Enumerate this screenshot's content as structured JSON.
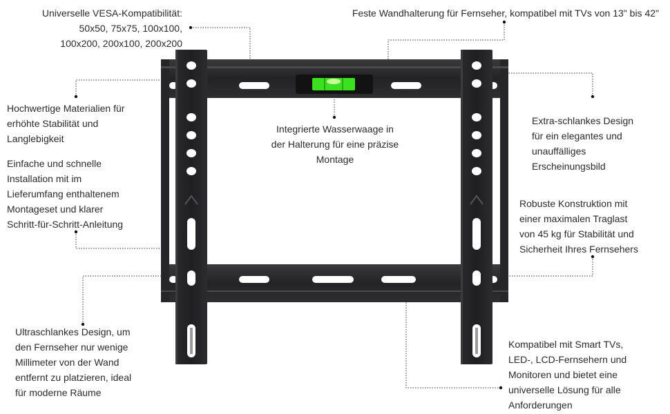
{
  "colors": {
    "background": "#ffffff",
    "text": "#2a2a2a",
    "mount_metal": "#2b2b2d",
    "level_green": "#3be11f",
    "leader_line": "#333333"
  },
  "icons": {
    "bracket": "tv-wall-mount-bracket-image",
    "level": "bubble-level-icon",
    "logo": "chevron-logo-icon"
  },
  "annotations": {
    "vesa": {
      "lines": [
        "Universelle VESA-Kompatibilität:",
        "50x50, 75x75, 100x100,",
        "100x200, 200x100, 200x200"
      ]
    },
    "wall_mount": {
      "lines": [
        "Feste Wandhalterung für Fernseher, kompatibel mit TVs von 13\" bis 42\""
      ]
    },
    "materials": {
      "lines": [
        "Hochwertige Materialien für",
        "erhöhte Stabilität und",
        "Langlebigkeit"
      ]
    },
    "installation": {
      "lines": [
        "Einfache und schnelle",
        "Installation mit im",
        "Lieferumfang enthaltenem",
        "Montageset und klarer",
        "Schritt-für-Schritt-Anleitung"
      ]
    },
    "level": {
      "lines": [
        "Integrierte Wasserwaage in",
        "der Halterung für eine präzise",
        "Montage"
      ]
    },
    "slim": {
      "lines": [
        "Extra-schlankes Design",
        "für ein elegantes und",
        "unauffälliges",
        "Erscheinungsbild"
      ]
    },
    "robust": {
      "lines": [
        "Robuste Konstruktion mit",
        "einer maximalen Traglast",
        "von 45 kg für Stabilität und",
        "Sicherheit Ihres Fernsehers"
      ]
    },
    "ultraslim": {
      "lines": [
        "Ultraschlankes Design, um",
        "den Fernseher nur wenige",
        "Millimeter von der Wand",
        "entfernt zu platzieren, ideal",
        "für moderne Räume"
      ]
    },
    "compatible": {
      "lines": [
        "Kompatibel mit Smart TVs,",
        "LED-, LCD-Fernsehern und",
        "Monitoren und bietet eine",
        "universelle Lösung für alle",
        "Anforderungen"
      ]
    }
  }
}
